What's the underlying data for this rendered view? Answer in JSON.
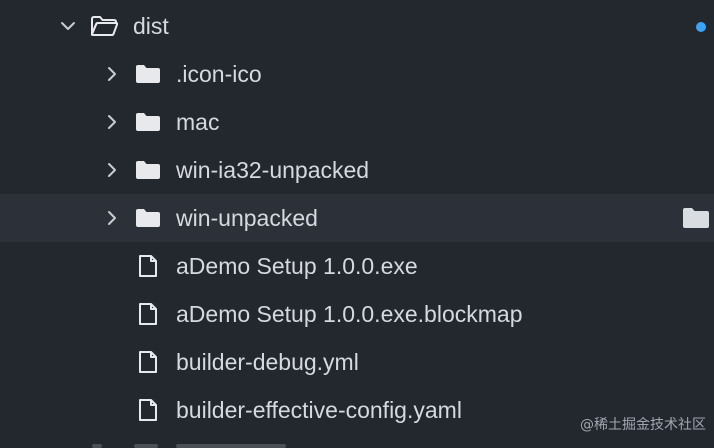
{
  "colors": {
    "background": "#23272e",
    "hover_row": "#2c3038",
    "text": "#d6d9de",
    "icon": "#e7e9ec",
    "chevron": "#c9ccd1",
    "status_dot": "#3da3f5"
  },
  "tree": {
    "root": {
      "label": "dist",
      "icon": "folder-open-icon",
      "expanded": true,
      "status": "modified-dot"
    },
    "items": [
      {
        "label": ".icon-ico",
        "type": "folder",
        "icon": "folder-icon",
        "expanded": false
      },
      {
        "label": "mac",
        "type": "folder",
        "icon": "folder-icon",
        "expanded": false
      },
      {
        "label": "win-ia32-unpacked",
        "type": "folder",
        "icon": "folder-icon",
        "expanded": false
      },
      {
        "label": "win-unpacked",
        "type": "folder",
        "icon": "folder-icon",
        "expanded": false,
        "hovered": true
      },
      {
        "label": "aDemo Setup 1.0.0.exe",
        "type": "file",
        "icon": "file-icon"
      },
      {
        "label": "aDemo Setup 1.0.0.exe.blockmap",
        "type": "file",
        "icon": "file-icon"
      },
      {
        "label": "builder-debug.yml",
        "type": "file",
        "icon": "file-icon"
      },
      {
        "label": "builder-effective-config.yaml",
        "type": "file",
        "icon": "file-icon"
      }
    ]
  },
  "watermark": "@稀土掘金技术社区"
}
